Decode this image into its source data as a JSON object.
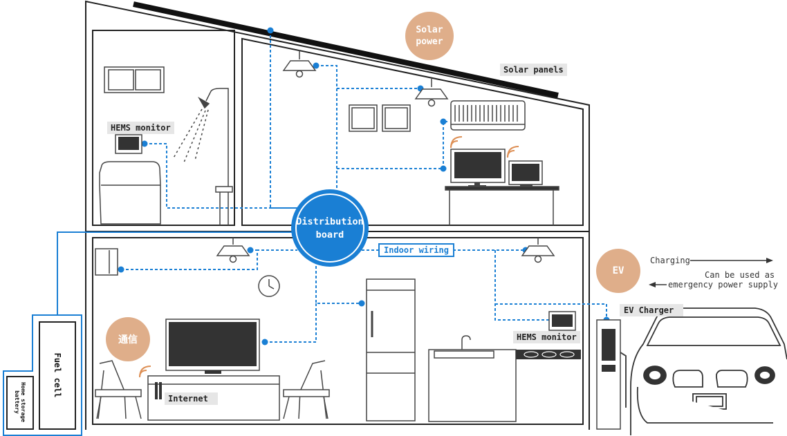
{
  "colors": {
    "wiring": "#1a7fd4",
    "board": "#1a7fd4",
    "accent_circle": "#dfae8a",
    "line": "#222222",
    "label_bg": "#e6e6e6"
  },
  "labels": {
    "solar_power": "Solar power",
    "solar_panels": "Solar panels",
    "hems_monitor_upper": "HEMS monitor",
    "distribution_board": "Distribution board",
    "indoor_wiring": "Indoor wiring",
    "ev": "EV",
    "charging": "Charging",
    "emergency_line1": "Can be used as",
    "emergency_line2": "emergency power supply",
    "ev_charger": "EV Charger",
    "hems_monitor_lower": "HEMS monitor",
    "communication": "通信",
    "internet": "Internet",
    "fuel_cell": "Fuel cell",
    "home_storage_battery": "Home storage battery"
  },
  "icons": [
    "solar-panel-icon",
    "ceiling-lamp-icon",
    "air-conditioner-icon",
    "monitor-icon",
    "laptop-icon",
    "wifi-signal-icon",
    "shower-icon",
    "bathtub-icon",
    "window-icon",
    "clock-icon",
    "refrigerator-icon",
    "television-icon",
    "sink-icon",
    "stove-icon",
    "chair-icon",
    "router-icon",
    "ev-charger-icon",
    "car-icon",
    "arrow-right-icon",
    "arrow-left-icon"
  ]
}
